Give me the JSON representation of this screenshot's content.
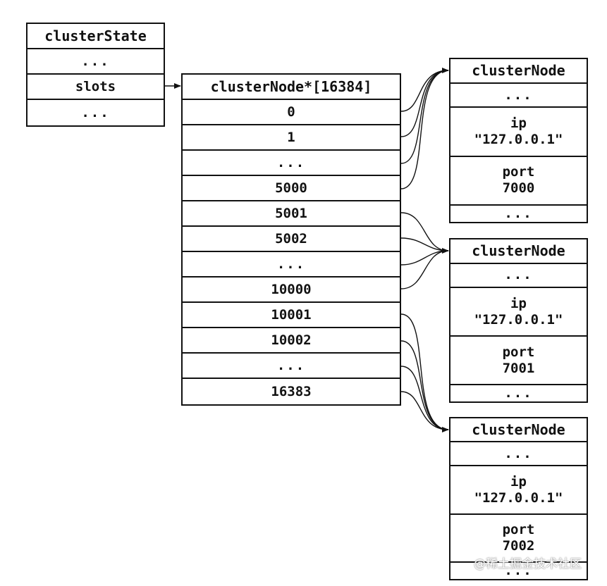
{
  "cluster_state": {
    "title": "clusterState",
    "rows": [
      "...",
      "slots",
      "..."
    ]
  },
  "slots_array": {
    "title": "clusterNode*[16384]",
    "rows": [
      "0",
      "1",
      "...",
      "5000",
      "5001",
      "5002",
      "...",
      "10000",
      "10001",
      "10002",
      "...",
      "16383"
    ]
  },
  "nodes": [
    {
      "title": "clusterNode",
      "top_dots": "...",
      "ip_label": "ip",
      "ip_value": "\"127.0.0.1\"",
      "port_label": "port",
      "port_value": "7000",
      "bottom_dots": "..."
    },
    {
      "title": "clusterNode",
      "top_dots": "...",
      "ip_label": "ip",
      "ip_value": "\"127.0.0.1\"",
      "port_label": "port",
      "port_value": "7001",
      "bottom_dots": "..."
    },
    {
      "title": "clusterNode",
      "top_dots": "...",
      "ip_label": "ip",
      "ip_value": "\"127.0.0.1\"",
      "port_label": "port",
      "port_value": "7002",
      "bottom_dots": "..."
    }
  ],
  "watermark": "@稀土掘金技术社区"
}
